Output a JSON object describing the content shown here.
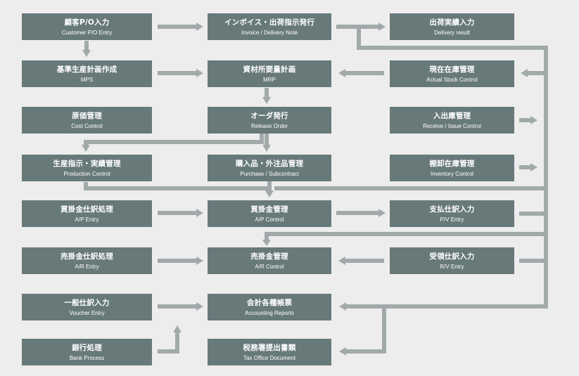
{
  "boxes": {
    "customer_po": {
      "jp": "顧客P/O入力",
      "en": "Customer P/O Entry"
    },
    "invoice": {
      "jp": "インボイス・出荷指示発行",
      "en": "Invoice / Delivery Note"
    },
    "delivery": {
      "jp": "出荷実績入力",
      "en": "Delivery result"
    },
    "mps": {
      "jp": "基準生産計画作成",
      "en": "MPS"
    },
    "mrp": {
      "jp": "資材所要量計画",
      "en": "MRP"
    },
    "stock": {
      "jp": "現在在庫管理",
      "en": "Actual Stock Control"
    },
    "cost": {
      "jp": "原価管理",
      "en": "Cost Control"
    },
    "release": {
      "jp": "オーダ発行",
      "en": "Release Order"
    },
    "receive": {
      "jp": "入出庫管理",
      "en": "Receive / Issue Control"
    },
    "production": {
      "jp": "生産指示・実績管理",
      "en": "Production Control"
    },
    "purchase": {
      "jp": "購入品・外注品管理",
      "en": "Purchase / Subcontract"
    },
    "inventory": {
      "jp": "棚卸在庫管理",
      "en": "Inventory Control"
    },
    "ap_entry": {
      "jp": "買掛金仕訳処理",
      "en": "A/P Entry"
    },
    "ap_control": {
      "jp": "買掛金管理",
      "en": "A/P Control"
    },
    "pv_entry": {
      "jp": "支払仕訳入力",
      "en": "P/V Entry"
    },
    "ar_entry": {
      "jp": "売掛金仕訳処理",
      "en": "A/R Entry"
    },
    "ar_control": {
      "jp": "売掛金管理",
      "en": "A/R Control"
    },
    "rv_entry": {
      "jp": "受領仕訳入力",
      "en": "R/V Entry"
    },
    "voucher": {
      "jp": "一般仕訳入力",
      "en": "Voucher Entry"
    },
    "reports": {
      "jp": "会計各種帳票",
      "en": "Accounting Reports"
    },
    "bank": {
      "jp": "銀行処理",
      "en": "Bank Process"
    },
    "tax": {
      "jp": "税務署提出書類",
      "en": "Tax Office Document"
    }
  },
  "colors": {
    "box": "#68797a",
    "connector": "#a2a9aa",
    "background": "#ededed",
    "text": "#ffffff"
  }
}
